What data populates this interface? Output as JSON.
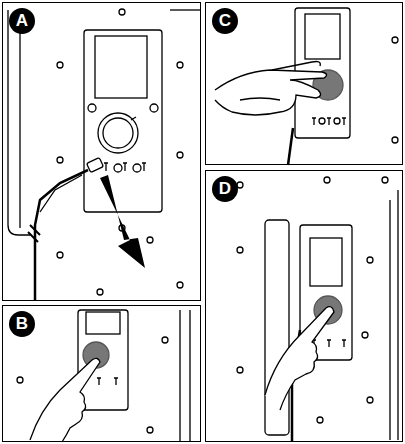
{
  "diagram": {
    "nodes": [
      {
        "text": [
          "A"
        ]
      },
      {
        "text": [
          "C"
        ]
      },
      {
        "text": [
          "D"
        ]
      },
      {
        "text": [
          "B"
        ]
      }
    ]
  }
}
